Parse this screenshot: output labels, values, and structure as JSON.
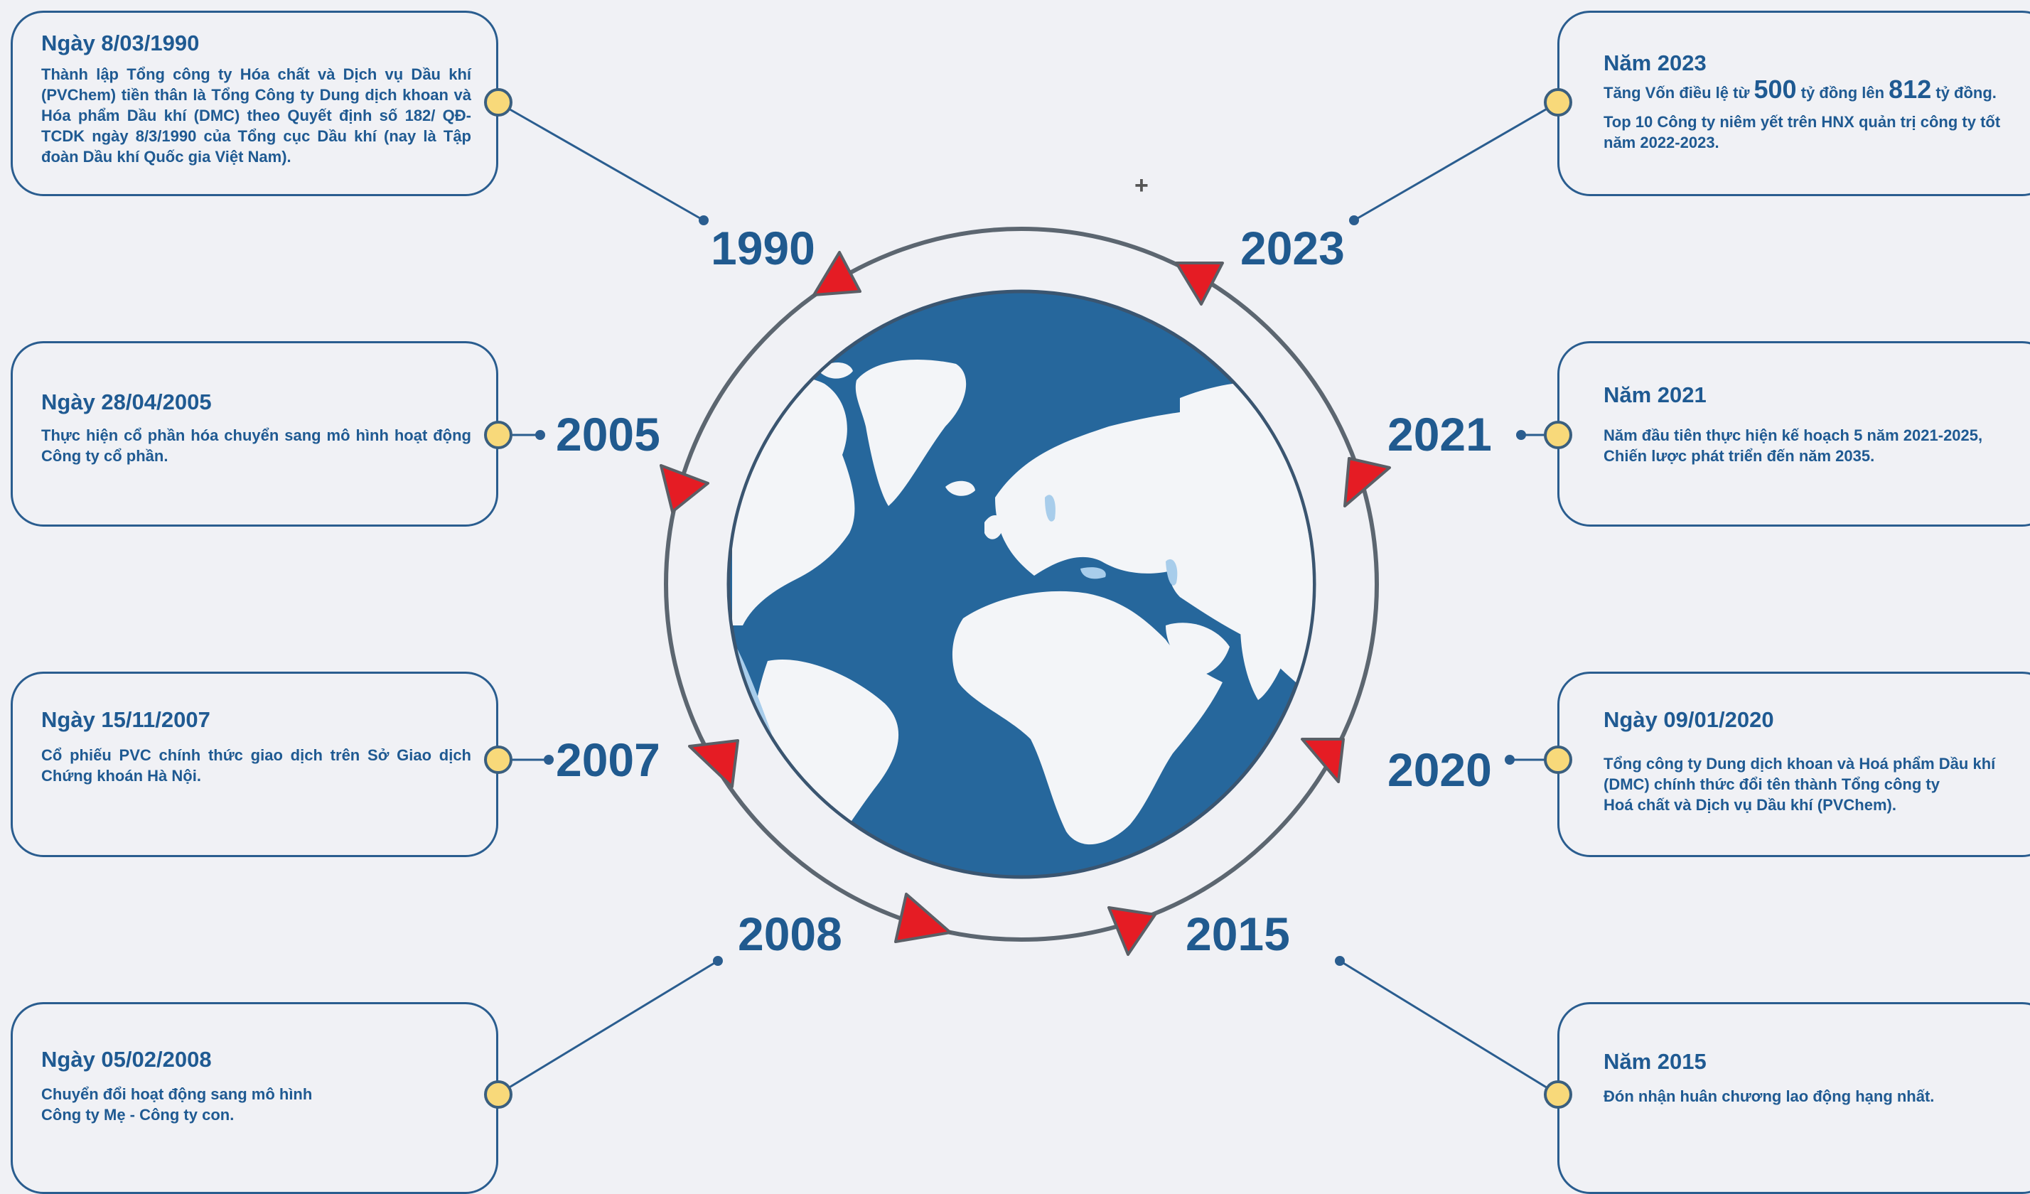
{
  "colors": {
    "background": "#f0f1f5",
    "primary_blue": "#205a8f",
    "globe_ocean": "#26679c",
    "ring": "#5c6670",
    "arrow_red": "#e51c24",
    "dot_fill": "#f8d97a"
  },
  "icons": {
    "center": "globe-icon",
    "markers": "red-triangle-arrow-icon",
    "small_mark": "plus-icon"
  },
  "plus_symbol": "+",
  "years": {
    "y1990": "1990",
    "y2005": "2005",
    "y2007": "2007",
    "y2008": "2008",
    "y2015": "2015",
    "y2020": "2020",
    "y2021": "2021",
    "y2023": "2023"
  },
  "cards": {
    "c1990": {
      "title": "Ngày 8/03/1990",
      "body": "Thành lập Tổng công ty Hóa chất và Dịch vụ Dầu khí (PVChem) tiền thân là Tổng Công ty Dung dịch khoan và Hóa phẩm Dầu khí (DMC) theo Quyết định số 182/ QĐ-TCDK ngày 8/3/1990 của Tổng cục Dầu khí (nay là Tập đoàn Dầu khí Quốc gia Việt Nam)."
    },
    "c2005": {
      "title": "Ngày 28/04/2005",
      "body": "Thực hiện cổ phần hóa chuyển sang mô hình hoạt động Công ty cổ phần."
    },
    "c2007": {
      "title": "Ngày 15/11/2007",
      "body": "Cổ phiếu PVC chính thức giao dịch trên Sở Giao dịch Chứng khoán Hà Nội."
    },
    "c2008": {
      "title": "Ngày 05/02/2008",
      "line1": "Chuyển đổi hoạt động sang mô hình",
      "line2": "Công ty Mẹ - Công ty con."
    },
    "c2023": {
      "title": "Năm 2023",
      "p1_pre": "Tăng Vốn điều lệ từ",
      "p1_num1": "500",
      "p1_mid": "tỷ đồng lên",
      "p1_num2": "812",
      "p1_post": "tỷ đồng.",
      "p2": "Top 10 Công ty niêm yết trên HNX quản trị công ty tốt năm 2022-2023."
    },
    "c2021": {
      "title": "Năm 2021",
      "line1": "Năm đầu tiên thực hiện kế hoạch 5 năm 2021-2025,",
      "line2": "Chiến lược phát triển đến năm 2035."
    },
    "c2020": {
      "title": "Ngày 09/01/2020",
      "line1": "Tổng công ty Dung dịch khoan và Hoá phẩm Dầu khí",
      "line2": "(DMC) chính thức đổi tên thành Tổng công ty",
      "line3": "Hoá chất và Dịch vụ Dầu khí (PVChem)."
    },
    "c2015": {
      "title": "Năm 2015",
      "body": "Đón nhận huân chương lao động hạng nhất."
    }
  }
}
